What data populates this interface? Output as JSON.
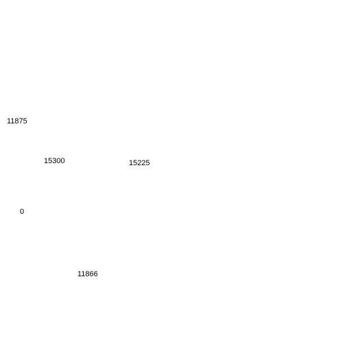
{
  "labels": [
    "11875",
    "15300",
    "15225",
    "0",
    "11866"
  ]
}
